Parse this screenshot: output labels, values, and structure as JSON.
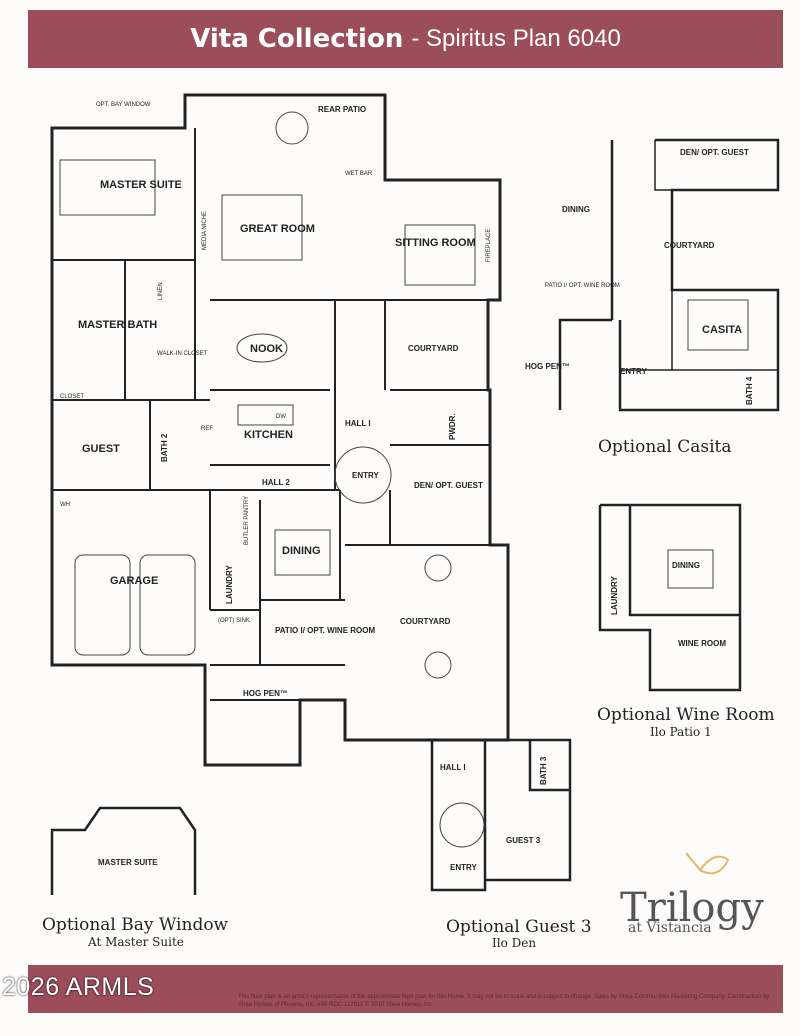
{
  "header": {
    "title": "Vita Collection",
    "subtitle": "- Spiritus Plan 6040"
  },
  "rooms": {
    "master_suite": "MASTER SUITE",
    "great_room": "GREAT ROOM",
    "sitting_room": "SITTING ROOM",
    "rear_patio": "REAR PATIO",
    "master_bath": "MASTER BATH",
    "nook": "NOOK",
    "courtyard": "COURTYARD",
    "kitchen": "KITCHEN",
    "hall1": "HALL I",
    "pwdr": "PWDR.",
    "guest": "GUEST",
    "bath2": "BATH 2",
    "hall2": "HALL 2",
    "entry": "ENTRY",
    "den_guest": "DEN/ OPT. GUEST",
    "garage": "GARAGE",
    "laundry": "LAUNDRY",
    "dining": "DINING",
    "patio_wine": "PATIO I/ OPT. WINE ROOM",
    "courtyard2": "COURTYARD",
    "hog_pen": "HOG PEN™",
    "walk_in_closet": "WALK-IN CLOSET",
    "media_niche": "MEDIA NICHE",
    "wet_bar": "WET BAR",
    "fireplace": "FIREPLACE",
    "opt_bay_window": "OPT. BAY WINDOW",
    "closet": "CLOSET",
    "linen": "LINEN",
    "ref": "REF",
    "dw": "DW",
    "wh": "WH",
    "butler_pantry": "BUTLER PANTRY",
    "opt_sink": "(OPT) SINK"
  },
  "casita": {
    "den": "DEN/ OPT. GUEST",
    "dining": "DINING",
    "courtyard": "COURTYARD",
    "patio_wine": "PATIO I/ OPT. WINE ROOM",
    "casita": "CASITA",
    "hog_pen": "HOG PEN™",
    "entry": "ENTRY",
    "bath4": "BATH 4",
    "caption": "Optional Casita"
  },
  "wine_room": {
    "dining": "DINING",
    "laundry": "LAUNDRY",
    "wine_room": "WINE ROOM",
    "caption": "Optional Wine Room",
    "sub": "Ilo Patio 1"
  },
  "bay_window": {
    "master_suite": "MASTER SUITE",
    "caption": "Optional Bay Window",
    "sub": "At Master Suite"
  },
  "guest3": {
    "hall1": "HALL I",
    "bath3": "BATH 3",
    "guest3": "GUEST 3",
    "entry": "ENTRY",
    "caption": "Optional Guest 3",
    "sub": "Ilo Den"
  },
  "brand": {
    "name": "Trilogy",
    "tag": "at Vistancia"
  },
  "footer": {
    "disclaimer": "This floor plan is an artist's representation of the approximate floor plan for this Home. It may not be to scale and is subject to change. Sales by Shea Communities Marketing Company. Construction by Shea Homes of Phoenix, Inc. #46 ROC 112911 © 2010 Shea Homes, Inc.",
    "copyright": "2026 ARMLS"
  },
  "colors": {
    "banner": "#9c4d5a",
    "walls": "#222222"
  }
}
